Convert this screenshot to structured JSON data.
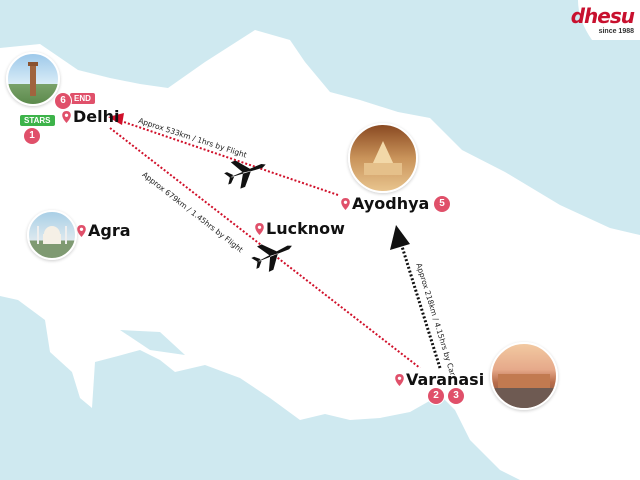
{
  "brand": {
    "name": "dhesu",
    "tagline": "since 1988",
    "color": "#c8102e"
  },
  "colors": {
    "land": "#ffffff",
    "water": "#cfe9f0",
    "route": "#d0102a",
    "badge": "#e0506a",
    "start_tag": "#3db34a",
    "end_tag": "#e0506a"
  },
  "tags": {
    "start": "STARS",
    "end": "END"
  },
  "cities": [
    {
      "id": "delhi",
      "name": "Delhi",
      "stops": [
        "1",
        "6"
      ]
    },
    {
      "id": "agra",
      "name": "Agra",
      "stops": []
    },
    {
      "id": "lucknow",
      "name": "Lucknow",
      "stops": []
    },
    {
      "id": "ayodhya",
      "name": "Ayodhya",
      "stops": [
        "5"
      ]
    },
    {
      "id": "varanasi",
      "name": "Varanasi",
      "stops": [
        "2",
        "3"
      ]
    }
  ],
  "routes": [
    {
      "from": "Delhi",
      "to": "Varanasi",
      "mode": "flight",
      "label": "Approx 679km / 1.45hrs by Flight"
    },
    {
      "from": "Varanasi",
      "to": "Ayodhya",
      "mode": "car",
      "label": "Approx 218km / 4.15hrs by Car"
    },
    {
      "from": "Ayodhya",
      "to": "Delhi",
      "mode": "flight",
      "label": "Approx 533km / 1hrs by Flight"
    }
  ],
  "icons": {
    "plane": "airplane-icon",
    "pin": "location-pin-icon"
  }
}
